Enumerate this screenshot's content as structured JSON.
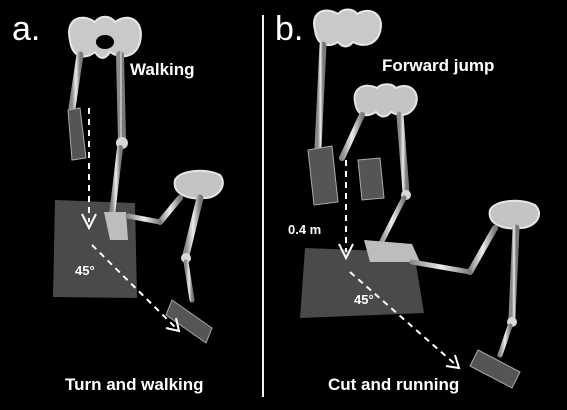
{
  "panel_a": {
    "letter": "a.",
    "top_label": "Walking",
    "bottom_label": "Turn and walking",
    "angle_label": "45°"
  },
  "panel_b": {
    "letter": "b.",
    "top_label": "Forward jump",
    "bottom_label": "Cut and running",
    "angle_label": "45°",
    "distance_label": "0.4 m"
  }
}
